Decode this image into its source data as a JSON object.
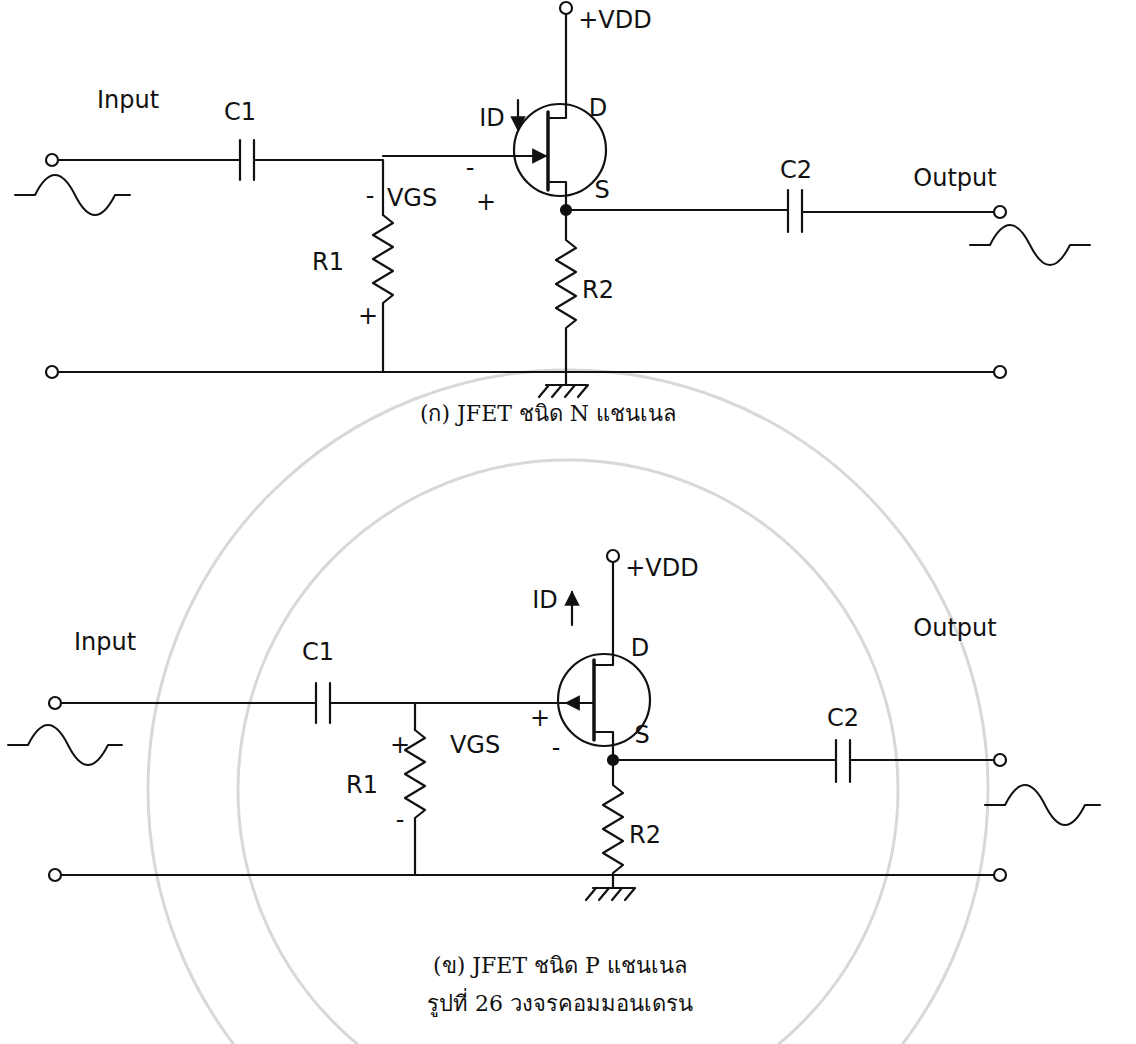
{
  "diagram": {
    "caption": "รูปที่ 26 วงจรคอมมอนเดรน",
    "labels": [
      "+VDD",
      "ID",
      "Input",
      "C1",
      "D",
      "-",
      "VGS",
      "+",
      "S",
      "Output",
      "C2",
      "-",
      "R1",
      "+",
      "R2",
      "(ก) JFET ชนิด N แชนเนล",
      "+VDD",
      "ID",
      "Input",
      "C1",
      "D",
      "+",
      "VGS",
      "-",
      "S",
      "Output",
      "C2",
      "+",
      "R1",
      "-",
      "R2",
      "(ข) JFET ชนิด P แชนเนล"
    ]
  }
}
